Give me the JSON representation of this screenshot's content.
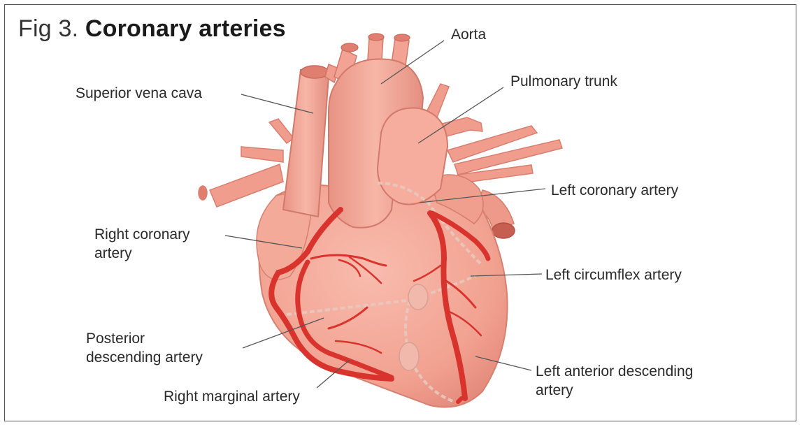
{
  "figure": {
    "number": "Fig 3.",
    "title": "Coronary arteries"
  },
  "labels": {
    "aorta": "Aorta",
    "superior_vena_cava": "Superior vena cava",
    "pulmonary_trunk": "Pulmonary trunk",
    "left_coronary_artery": "Left coronary artery",
    "right_coronary_artery": [
      "Right coronary",
      "artery"
    ],
    "left_circumflex_artery": "Left circumflex artery",
    "posterior_descending_artery": [
      "Posterior",
      "descending artery"
    ],
    "right_marginal_artery": "Right marginal artery",
    "left_anterior_descending_artery": [
      "Left anterior descending",
      "artery"
    ]
  },
  "colors": {
    "heart_fill": "#f4a898",
    "heart_shadow": "#e4887a",
    "heart_light": "#f9c3b6",
    "artery": "#d9332e",
    "artery_dark": "#b82824",
    "leader_line": "#555555",
    "frame": "#555555"
  }
}
